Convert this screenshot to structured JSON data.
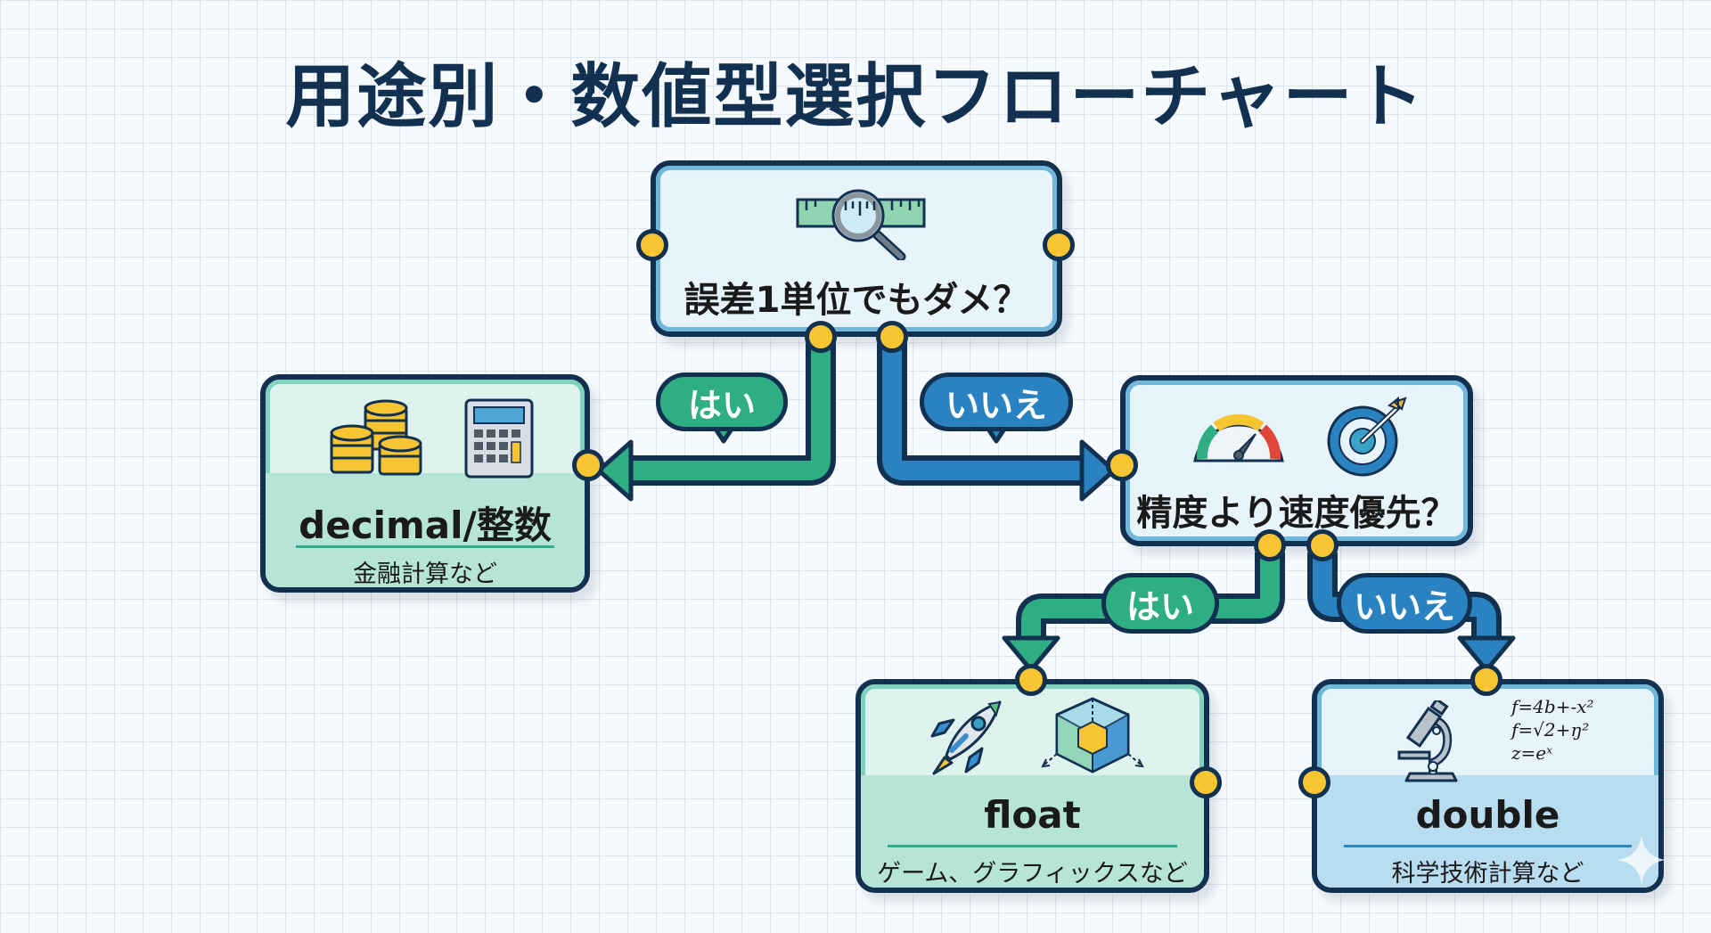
{
  "title": "用途別・数値型選択フローチャート",
  "nodes": {
    "q1": {
      "text": "誤差1単位でもダメ？",
      "icon": "magnifier-ruler-icon"
    },
    "q2": {
      "text": "精度より速度優先？",
      "icons": [
        "speedometer-icon",
        "target-icon"
      ]
    },
    "decimal": {
      "title": "decimal/整数",
      "subtitle": "金融計算など",
      "icons": [
        "coins-icon",
        "calculator-icon"
      ]
    },
    "float": {
      "title": "float",
      "subtitle": "ゲーム、グラフィックスなど",
      "icons": [
        "rocket-icon",
        "cube-icon"
      ]
    },
    "double": {
      "title": "double",
      "subtitle": "科学技術計算など",
      "icons": [
        "microscope-icon"
      ],
      "formulas": [
        "f=4b+-x²",
        "f=√2+ŋ²",
        "z=eˣ"
      ]
    }
  },
  "edges": [
    {
      "from": "q1",
      "to": "decimal",
      "label": "はい"
    },
    {
      "from": "q1",
      "to": "q2",
      "label": "いいえ"
    },
    {
      "from": "q2",
      "to": "float",
      "label": "はい"
    },
    {
      "from": "q2",
      "to": "double",
      "label": "いいえ"
    }
  ],
  "colors": {
    "yes": "#2fae84",
    "no": "#2a82c0",
    "outline": "#12304f",
    "connector": "#f7c531",
    "title": "#12304f"
  }
}
